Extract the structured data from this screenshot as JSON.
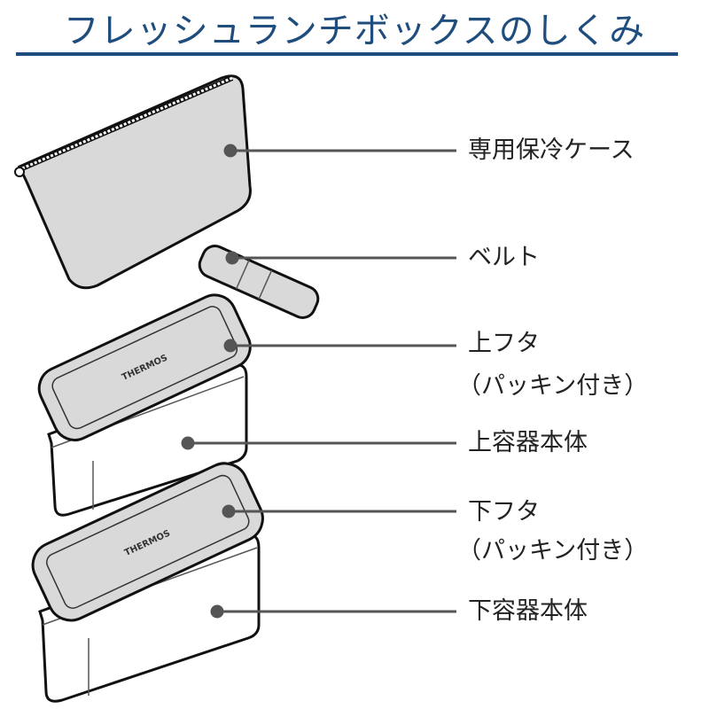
{
  "title": "フレッシュランチボックスのしくみ",
  "brand_logo": "THERMOS",
  "parts": {
    "case": "専用保冷ケース",
    "belt": "ベルト",
    "upper_lid": "上フタ",
    "upper_lid_note": "（パッキン付き）",
    "upper_container": "上容器本体",
    "lower_lid": "下フタ",
    "lower_lid_note": "（パッキン付き）",
    "lower_container": "下容器本体"
  },
  "colors": {
    "title": "#1f4e7e",
    "fill": "#d9d9d9",
    "line": "#555555"
  }
}
